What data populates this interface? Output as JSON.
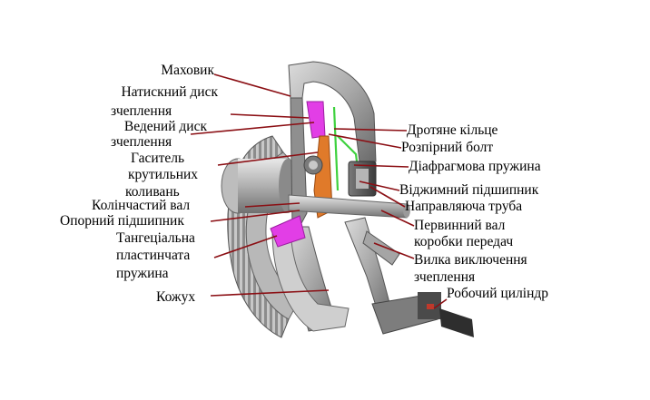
{
  "colors": {
    "leader": "#8b0f14",
    "metal_dark": "#5a5a5a",
    "metal_mid": "#9a9a9a",
    "metal_light": "#d2d2d2",
    "highlight_magenta": "#e23ee6",
    "highlight_orange": "#e07a2a",
    "highlight_green": "#3ed13e",
    "cylinder_accent": "#c0392b"
  },
  "labels": {
    "left": [
      {
        "id": "flywheel",
        "text": "Маховик"
      },
      {
        "id": "pressure-plate-1",
        "text": "Натискний диск"
      },
      {
        "id": "pressure-plate-2",
        "text": "зчеплення"
      },
      {
        "id": "driven-disc-1",
        "text": "Ведений диск"
      },
      {
        "id": "driven-disc-2",
        "text": "зчеплення"
      },
      {
        "id": "damper-1",
        "text": "Гаситель"
      },
      {
        "id": "damper-2",
        "text": "крутильних"
      },
      {
        "id": "damper-3",
        "text": "коливань"
      },
      {
        "id": "crankshaft",
        "text": "Колінчастий вал"
      },
      {
        "id": "support-bearing",
        "text": "Опорний підшипник"
      },
      {
        "id": "tangential-1",
        "text": "Тангеціальна"
      },
      {
        "id": "tangential-2",
        "text": "пластинчата"
      },
      {
        "id": "tangential-3",
        "text": "пружина"
      },
      {
        "id": "housing",
        "text": "Кожух"
      }
    ],
    "right": [
      {
        "id": "wire-ring",
        "text": "Дротяне кільце"
      },
      {
        "id": "spacer-bolt",
        "text": "Розпірний болт"
      },
      {
        "id": "diaphragm-spring",
        "text": "Діафрагмова пружина"
      },
      {
        "id": "release-bearing",
        "text": "Віджимний підшипник"
      },
      {
        "id": "guide-tube",
        "text": "Направляюча труба"
      },
      {
        "id": "input-shaft-1",
        "text": "Первинний вал"
      },
      {
        "id": "input-shaft-2",
        "text": "коробки передач"
      },
      {
        "id": "release-fork-1",
        "text": "Вилка виключення"
      },
      {
        "id": "release-fork-2",
        "text": "зчеплення"
      },
      {
        "id": "slave-cylinder",
        "text": "Робочий циліндр"
      }
    ]
  }
}
